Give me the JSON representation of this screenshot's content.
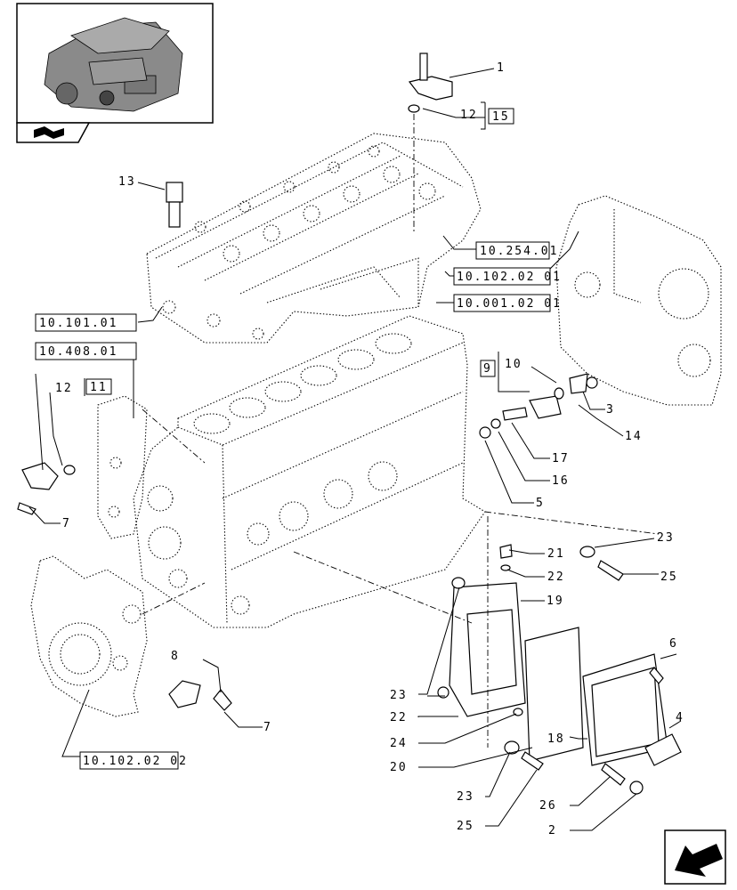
{
  "callouts": [
    "1",
    "12",
    "13",
    "12",
    "7",
    "8",
    "7",
    "10",
    "3",
    "14",
    "17",
    "16",
    "5",
    "21",
    "22",
    "23",
    "25",
    "19",
    "6",
    "4",
    "18",
    "23",
    "22",
    "24",
    "20",
    "23",
    "25",
    "26",
    "2",
    "9",
    "15",
    "11"
  ],
  "refs": [
    "10.254.01",
    "10.102.02 01",
    "10.001.02 01",
    "10.101.01",
    "10.408.01",
    "10.102.02 02"
  ],
  "boxed": {
    "b15": "15",
    "b11": "11",
    "b9": "9"
  },
  "icons": [
    "engine-thumbnail",
    "book-icon",
    "previous-page-arrow-icon"
  ]
}
